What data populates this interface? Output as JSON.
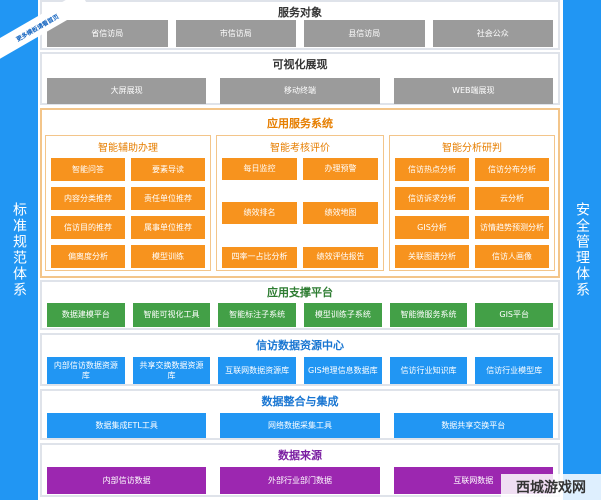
{
  "left_bar": "标准规范体系",
  "right_bar": "安全管理体系",
  "ribbon": "更多模板请看首页",
  "watermark": "西城游戏网",
  "colors": {
    "gray": "#9b9b9b",
    "orange": "#f7931e",
    "green": "#43a047",
    "blue": "#2196f3",
    "purple": "#9c27b0"
  },
  "sections": [
    {
      "title": "服务对象",
      "color": "#9b9b9b",
      "titleColor": "#333",
      "items": [
        "省信访局",
        "市信访局",
        "县信访局",
        "社会公众"
      ]
    },
    {
      "title": "可视化展现",
      "color": "#9b9b9b",
      "titleColor": "#333",
      "items": [
        "大屏展现",
        "移动终端",
        "WEB端展现"
      ]
    },
    {
      "title": "应用服务系统",
      "titleColor": "#e67e00",
      "subs": [
        {
          "title": "智能辅助办理",
          "items": [
            "智能问答",
            "要素导读",
            "内容分类推荐",
            "责任单位推荐",
            "信访目的推荐",
            "属事单位推荐",
            "偏离度分析",
            "模型训练"
          ]
        },
        {
          "title": "智能考核评价",
          "items": [
            "每日监控",
            "办理预警",
            "绩效排名",
            "绩效地图",
            "四率一占比分析",
            "绩效评估报告"
          ]
        },
        {
          "title": "智能分析研判",
          "items": [
            "信访热点分析",
            "信访分布分析",
            "信访诉求分析",
            "云分析",
            "GIS分析",
            "访情趋势预测分析",
            "关联图谱分析",
            "信访人画像"
          ]
        }
      ]
    },
    {
      "title": "应用支撑平台",
      "color": "#43a047",
      "titleColor": "#2e7d32",
      "items": [
        "数据建模平台",
        "智能可视化工具",
        "智能标注子系统",
        "模型训练子系统",
        "智能微服务系统",
        "GIS平台"
      ]
    },
    {
      "title": "信访数据资源中心",
      "color": "#2196f3",
      "titleColor": "#1976d2",
      "items": [
        "内部信访数据资源库",
        "共享交换数据资源库",
        "互联网数据资源库",
        "GIS地理信息数据库",
        "信访行业知识库",
        "信访行业模型库"
      ]
    },
    {
      "title": "数据整合与集成",
      "color": "#2196f3",
      "titleColor": "#1976d2",
      "items": [
        "数据集成ETL工具",
        "网络数据采集工具",
        "数据共享交换平台"
      ]
    },
    {
      "title": "数据来源",
      "color": "#9c27b0",
      "titleColor": "#7b1fa2",
      "items": [
        "内部信访数据",
        "外部行业部门数据",
        "互联网数据"
      ]
    }
  ]
}
